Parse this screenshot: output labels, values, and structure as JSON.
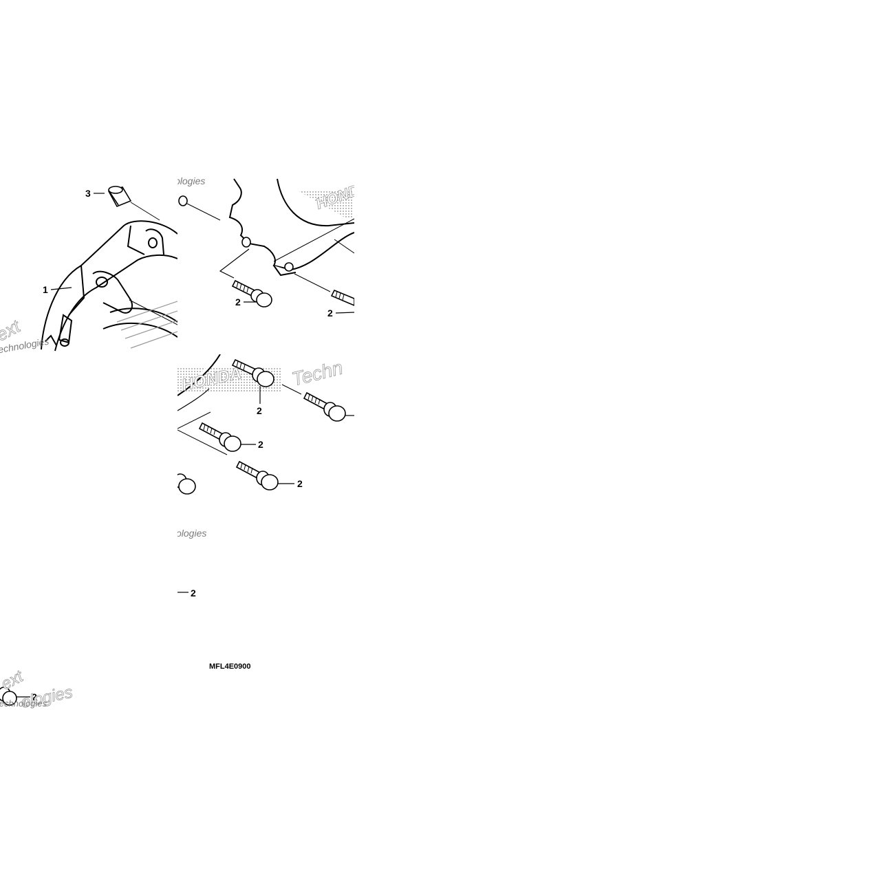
{
  "diagram": {
    "code": "MFL4E0900",
    "callouts": {
      "p1": "1",
      "p2": "2",
      "p3": "3"
    },
    "watermark": {
      "text_a": "Text",
      "text_b": "Technologies",
      "text_c": "ologies",
      "text_d": "Techn",
      "text_e": "ext",
      "brand": "HONDA"
    },
    "colors": {
      "line": "#000000",
      "background": "#ffffff",
      "watermark": "#9a9a9a"
    }
  }
}
